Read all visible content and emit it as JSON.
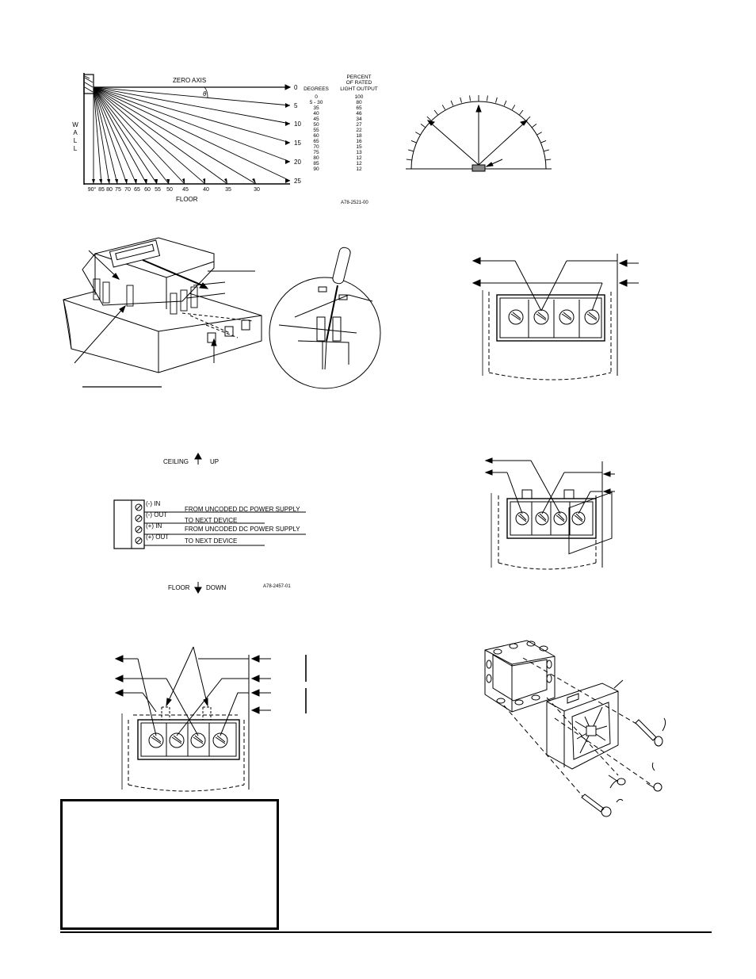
{
  "light_chart": {
    "zero_axis_label": "ZERO AXIS",
    "wall_letters": [
      "W",
      "A",
      "L",
      "L"
    ],
    "theta_symbol": "θ",
    "floor_label": "FLOOR",
    "distance_ticks": [
      "0",
      "5",
      "10",
      "15",
      "20",
      "25"
    ],
    "floor_ticks": [
      "90°",
      "85",
      "80",
      "75",
      "70",
      "65",
      "60",
      "55",
      "50",
      "45",
      "40",
      "35",
      "30"
    ],
    "table": {
      "col1_header": "DEGREES",
      "col2_header_lines": [
        "PERCENT",
        "OF RATED",
        "LIGHT OUTPUT"
      ],
      "rows": [
        [
          "0",
          "100"
        ],
        [
          "5 - 30",
          "80"
        ],
        [
          "35",
          "65"
        ],
        [
          "40",
          "46"
        ],
        [
          "45",
          "34"
        ],
        [
          "50",
          "27"
        ],
        [
          "55",
          "22"
        ],
        [
          "60",
          "18"
        ],
        [
          "65",
          "16"
        ],
        [
          "70",
          "15"
        ],
        [
          "75",
          "13"
        ],
        [
          "80",
          "12"
        ],
        [
          "85",
          "12"
        ],
        [
          "90",
          "12"
        ]
      ]
    },
    "code": "A78-2521-00"
  },
  "wiring_label": {
    "ceiling_label": "CEILING",
    "up_label": "UP",
    "floor_label": "FLOOR",
    "down_label": "DOWN",
    "code": "A78-2457-01",
    "terminals": [
      {
        "tag": "(-) IN",
        "desc": "FROM UNCODED DC POWER SUPPLY"
      },
      {
        "tag": "(-) OUT",
        "desc": "TO NEXT DEVICE"
      },
      {
        "tag": "(+) IN",
        "desc": "FROM UNCODED DC POWER SUPPLY"
      },
      {
        "tag": "(+) OUT",
        "desc": "TO NEXT DEVICE"
      }
    ]
  }
}
